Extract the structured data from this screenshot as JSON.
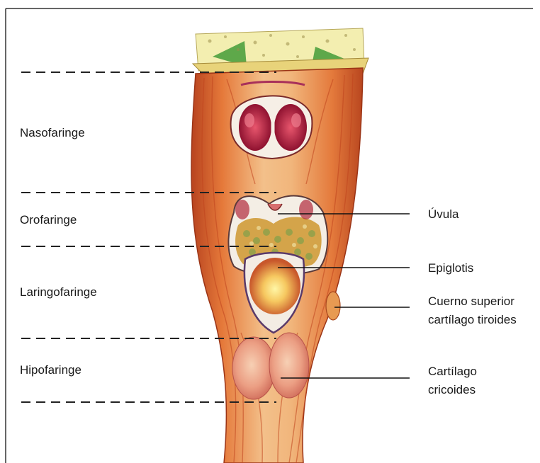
{
  "regions": [
    {
      "id": "nasofaringe",
      "label": "Nasofaringe"
    },
    {
      "id": "orofaringe",
      "label": "Orofaringe"
    },
    {
      "id": "laringofaringe",
      "label": "Laringofaringe"
    },
    {
      "id": "hipofaringe",
      "label": "Hipofaringe"
    }
  ],
  "callouts": [
    {
      "id": "uvula",
      "lines": [
        "Úvula"
      ]
    },
    {
      "id": "epiglotis",
      "lines": [
        "Epiglotis"
      ]
    },
    {
      "id": "cuerno",
      "lines": [
        "Cuerno superior",
        "cartílago tiroides"
      ]
    },
    {
      "id": "cricoides",
      "lines": [
        "Cartílago",
        "cricoides"
      ]
    }
  ],
  "colors": {
    "muscle_dark": "#c0441e",
    "muscle_mid": "#e8823f",
    "muscle_light": "#f4c28a",
    "bone": "#f3eeb0",
    "bone_green": "#5ea84a",
    "mucosa_red": "#b51f3d",
    "dashed_line": "#222222",
    "leader_line": "#111111",
    "border_line": "#333333"
  }
}
